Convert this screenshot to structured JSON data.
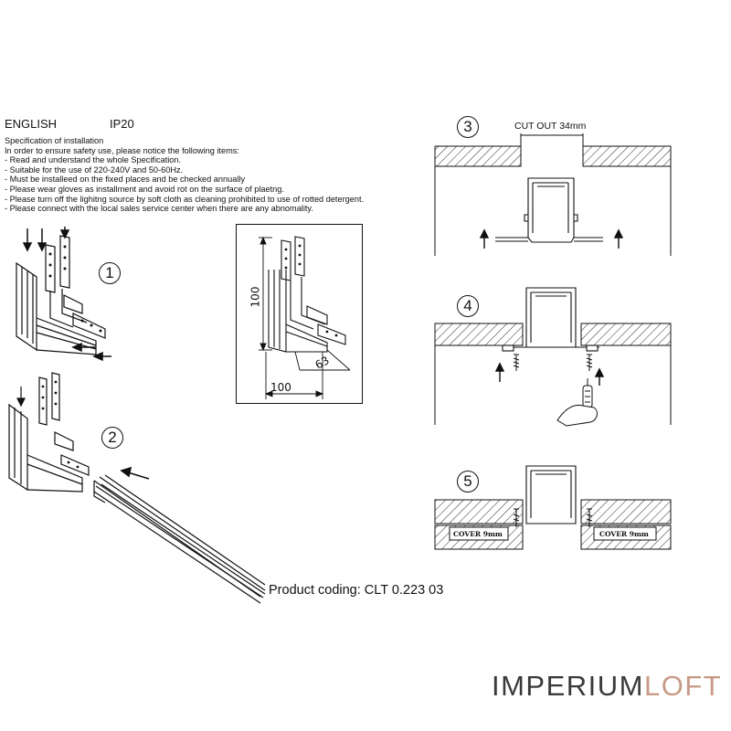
{
  "header": {
    "language": "ENGLISH",
    "rating": "IP20"
  },
  "spec": {
    "lines": [
      "Specification of installation",
      "In order to ensure safety use, please notice the following items:",
      "- Read and understand the whole Specification.",
      "- Suitable for the use of 220-240V and 50-60Hz.",
      "- Must be installeed on the fixed places and be checked annually",
      "- Please wear gloves as installment and avoid rot on the surface of plaetng.",
      "- Please turn off the lighitng source by soft cloth as cleaning prohibited to use of rotted detergent.",
      "- Please connect with the local sales service center when there are any abnomality."
    ]
  },
  "steps": {
    "s1": "1",
    "s2": "2",
    "s3": "3",
    "s4": "4",
    "s5": "5"
  },
  "dimensions": {
    "height": "100",
    "width": "100",
    "depth": "63"
  },
  "cutout": "CUT OUT 34mm",
  "cover": {
    "left": "COVER 9mm",
    "right": "COVER 9mm"
  },
  "product_coding": "Product coding: CLT 0.223 03",
  "brand": {
    "part1": "IMPERIUM",
    "part2": "LOFT",
    "color1": "#3a3a3a",
    "color2": "#c79a86"
  }
}
